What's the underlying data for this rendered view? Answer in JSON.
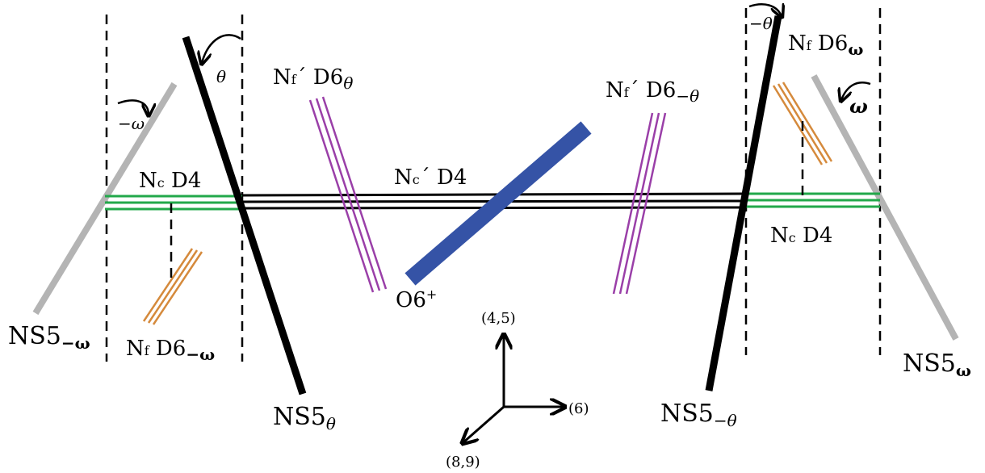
{
  "colors": {
    "ns5_theta": "#000000",
    "ns5_omega": "#b4b4b4",
    "d4_color_stack": "#22a84a",
    "d4_color_middle": "#000000",
    "d6_theta_color": "#9a3fa8",
    "d6_omega_color": "#d58a3c",
    "o6_color": "#3553a6"
  },
  "labels": {
    "ns5_left_omega": {
      "main": "NS5",
      "sub": "−ω"
    },
    "ns5_left_theta": {
      "main": "NS5",
      "sub": "θ"
    },
    "ns5_right_theta": {
      "main": "NS5",
      "sub": "−θ"
    },
    "ns5_right_omega": {
      "main": "NS5",
      "sub": "ω"
    },
    "d4_left": {
      "pre": "N",
      "presub": "c",
      "main": " D4"
    },
    "d4_middle": {
      "pre": "N",
      "presub": "c",
      "prime": "´",
      "main": " D4"
    },
    "d4_right": {
      "pre": "N",
      "presub": "c",
      "main": " D4"
    },
    "d6_left": {
      "pre": "N",
      "presub": "f",
      "main": " D6",
      "sub": "−ω"
    },
    "d6_right": {
      "pre": "N",
      "presub": "f",
      "main": " D6",
      "sub": "ω"
    },
    "d6_mid_left": {
      "pre": "N",
      "presub": "f",
      "prime": "´",
      "main": " D6",
      "sub": "θ"
    },
    "d6_mid_right": {
      "pre": "N",
      "presub": "f",
      "prime": "´",
      "main": " D6",
      "sub": "−θ"
    },
    "o6": {
      "main": "O6",
      "sup": "+"
    },
    "angle_theta": "θ",
    "angle_minus_theta": "−θ",
    "angle_omega": "ω",
    "angle_minus_omega": "−ω"
  },
  "axes": {
    "up": "(4,5)",
    "right": "(6)",
    "down_left": "(8,9)"
  }
}
